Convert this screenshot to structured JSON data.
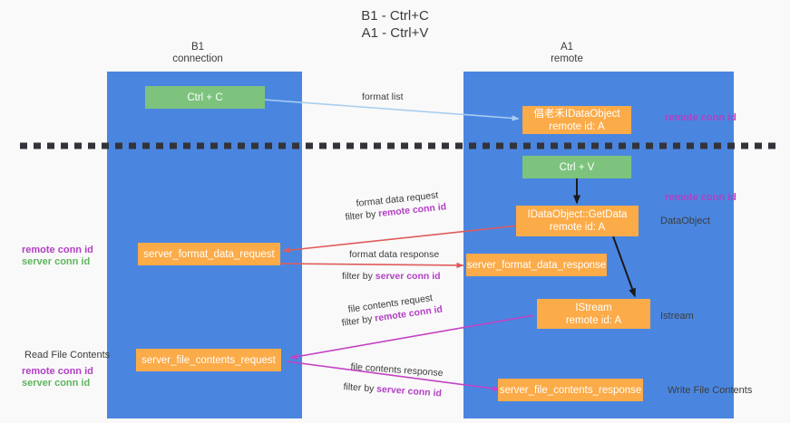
{
  "title": "B1 - Ctrl+C\nA1 - Ctrl+V",
  "lanes": [
    {
      "name": "lane-b1",
      "header": "B1\nconnection"
    },
    {
      "name": "lane-a1",
      "header": "A1\nremote"
    }
  ],
  "boxes": {
    "ctrl_c": "Ctrl + C",
    "ctrl_v": "Ctrl + V",
    "idataobject_top": "倡⽼⽲IDataObject\nremote id: A",
    "idataobject_getdata": "IDataObject::GetData\nremote id: A",
    "server_format_data_request": "server_format_data_request",
    "server_format_data_response": "server_format_data_response",
    "istream": "IStream\nremote id: A",
    "server_file_contents_request": "server_file_contents_request",
    "server_file_contents_response": "server_file_contents_response"
  },
  "edges": {
    "format_list": "format list",
    "format_data_request": "format data request",
    "format_data_request_filter_prefix": "filter by ",
    "format_data_request_filter_key": "remote conn id",
    "format_data_response": "format data response",
    "format_data_response_filter_prefix": "filter by ",
    "format_data_response_filter_key": "server conn id",
    "file_contents_request": "file contents request",
    "file_contents_request_filter_prefix": "filter by ",
    "file_contents_request_filter_key": "remote conn id",
    "file_contents_response": "file contents response",
    "file_contents_response_filter_prefix": "filter by ",
    "file_contents_response_filter_key": "server conn id"
  },
  "annotations": {
    "right_remote_conn_id_top": "remote conn id",
    "right_remote_conn_id_mid": "remote conn id",
    "right_dataobject": "DataObject",
    "right_istream": "Istream",
    "right_write_file_contents": "Write File Contents",
    "left_remote_conn_id_mid": "remote conn id",
    "left_server_conn_id_mid": "server conn id",
    "left_read_file_contents": "Read File Contents",
    "left_remote_conn_id_bottom": "remote conn id",
    "left_server_conn_id_bottom": "server conn id"
  },
  "colors": {
    "lane": "#4a86e0",
    "box_orange": "#fbab48",
    "box_green": "#7dc37d",
    "accent_purple": "#b23fc4",
    "accent_green": "#5eb55e",
    "arrow_blue": "#a8cdf0",
    "arrow_red": "#e05b5b",
    "arrow_magenta": "#c442c4",
    "arrow_black": "#1a1a1a",
    "divider": "#33333a"
  }
}
